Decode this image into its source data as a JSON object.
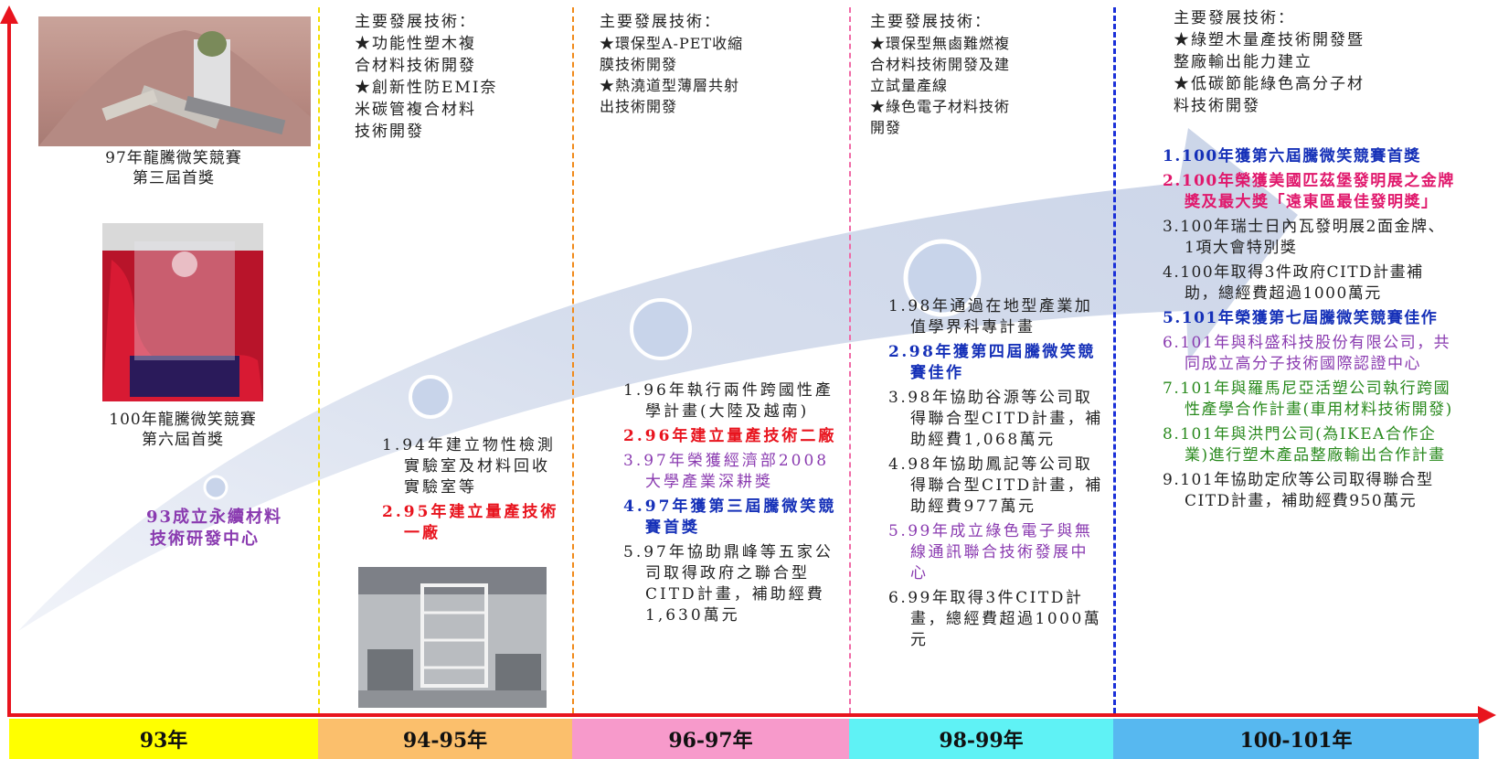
{
  "periods": [
    {
      "label": "93年",
      "color": "#ffff00"
    },
    {
      "label": "94-95年",
      "color": "#fbbf6c"
    },
    {
      "label": "96-97年",
      "color": "#f79acb"
    },
    {
      "label": "98-99年",
      "color": "#5ff2f5"
    },
    {
      "label": "100-101年",
      "color": "#57b8f0"
    }
  ],
  "divider_colors": [
    "#f5e000",
    "#f08a1a",
    "#f06aa6",
    "#1a2fd8"
  ],
  "awards": [
    {
      "caption_line1": "97年龍騰微笑競賽",
      "caption_line2": "第三屆首獎"
    },
    {
      "caption_line1": "100年龍騰微笑競賽",
      "caption_line2": "第六屆首獎"
    }
  ],
  "col93": {
    "event_line1": "93成立永續材料",
    "event_line2": "技術研發中心"
  },
  "col9495": {
    "tech_title": "主要發展技術：",
    "tech_lines": [
      "★功能性塑木複",
      "合材料技術開發",
      "★創新性防EMI奈",
      "米碳管複合材料",
      "技術開發"
    ],
    "events": [
      {
        "text": "1.94年建立物性檢測實驗室及材料回收實驗室等",
        "style": "black"
      },
      {
        "text": "2.95年建立量產技術一廠",
        "style": "red"
      }
    ]
  },
  "col9697": {
    "tech_title": "主要發展技術：",
    "tech_lines": [
      "★環保型A-PET收縮",
      "膜技術開發",
      "★熱澆道型薄層共射",
      "出技術開發"
    ],
    "events": [
      {
        "text": "1.96年執行兩件跨國性產學計畫(大陸及越南)",
        "style": "black"
      },
      {
        "text": "2.96年建立量產技術二廠",
        "style": "red"
      },
      {
        "text": "3.97年榮獲經濟部2008大學產業深耕獎",
        "style": "purple"
      },
      {
        "text": "4.97年獲第三屆騰微笑競賽首獎",
        "style": "blue"
      },
      {
        "text": "5.97年協助鼎峰等五家公司取得政府之聯合型CITD計畫，補助經費1,630萬元",
        "style": "black"
      }
    ]
  },
  "col9899": {
    "tech_title": "主要發展技術：",
    "tech_lines": [
      "★環保型無鹵難燃複",
      "合材料技術開發及建",
      "立試量產線",
      "★綠色電子材料技術",
      "開發"
    ],
    "events": [
      {
        "text": "1.98年通過在地型產業加值學界科專計畫",
        "style": "black"
      },
      {
        "text": "2.98年獲第四屆騰微笑競賽佳作",
        "style": "blue"
      },
      {
        "text": "3.98年協助谷源等公司取得聯合型CITD計畫，補助經費1,068萬元",
        "style": "black"
      },
      {
        "text": "4.98年協助鳳記等公司取得聯合型CITD計畫，補助經費977萬元",
        "style": "black"
      },
      {
        "text": "5.99年成立綠色電子與無線通訊聯合技術發展中心",
        "style": "purple"
      },
      {
        "text": "6.99年取得3件CITD計畫，總經費超過1000萬元",
        "style": "black"
      }
    ]
  },
  "col100101": {
    "tech_title": "主要發展技術：",
    "tech_lines": [
      "★綠塑木量產技術開發暨",
      "整廠輸出能力建立",
      "★低碳節能綠色高分子材",
      "料技術開發"
    ],
    "events": [
      {
        "text": "1.100年獲第六屆騰微笑競賽首獎",
        "style": "blue"
      },
      {
        "text": "2.100年榮獲美國匹茲堡發明展之金牌獎及最大獎「遠東區最佳發明獎」",
        "style": "pink"
      },
      {
        "text": "3.100年瑞士日內瓦發明展2面金牌、1項大會特別獎",
        "style": "black"
      },
      {
        "text": "4.100年取得3件政府CITD計畫補助，總經費超過1000萬元",
        "style": "black"
      },
      {
        "text": "5.101年榮獲第七屆騰微笑競賽佳作",
        "style": "blue"
      },
      {
        "text": "6.101年與科盛科技股份有限公司，共同成立高分子技術國際認證中心",
        "style": "purple"
      },
      {
        "text": "7.101年與羅馬尼亞活塑公司執行跨國性產學合作計畫(車用材料技術開發)",
        "style": "green"
      },
      {
        "text": "8.101年與洪門公司(為IKEA合作企業)進行塑木產品整廠輸出合作計畫",
        "style": "green"
      },
      {
        "text": "9.101年協助定欣等公司取得聯合型CITD計畫，補助經費950萬元",
        "style": "black"
      }
    ]
  }
}
